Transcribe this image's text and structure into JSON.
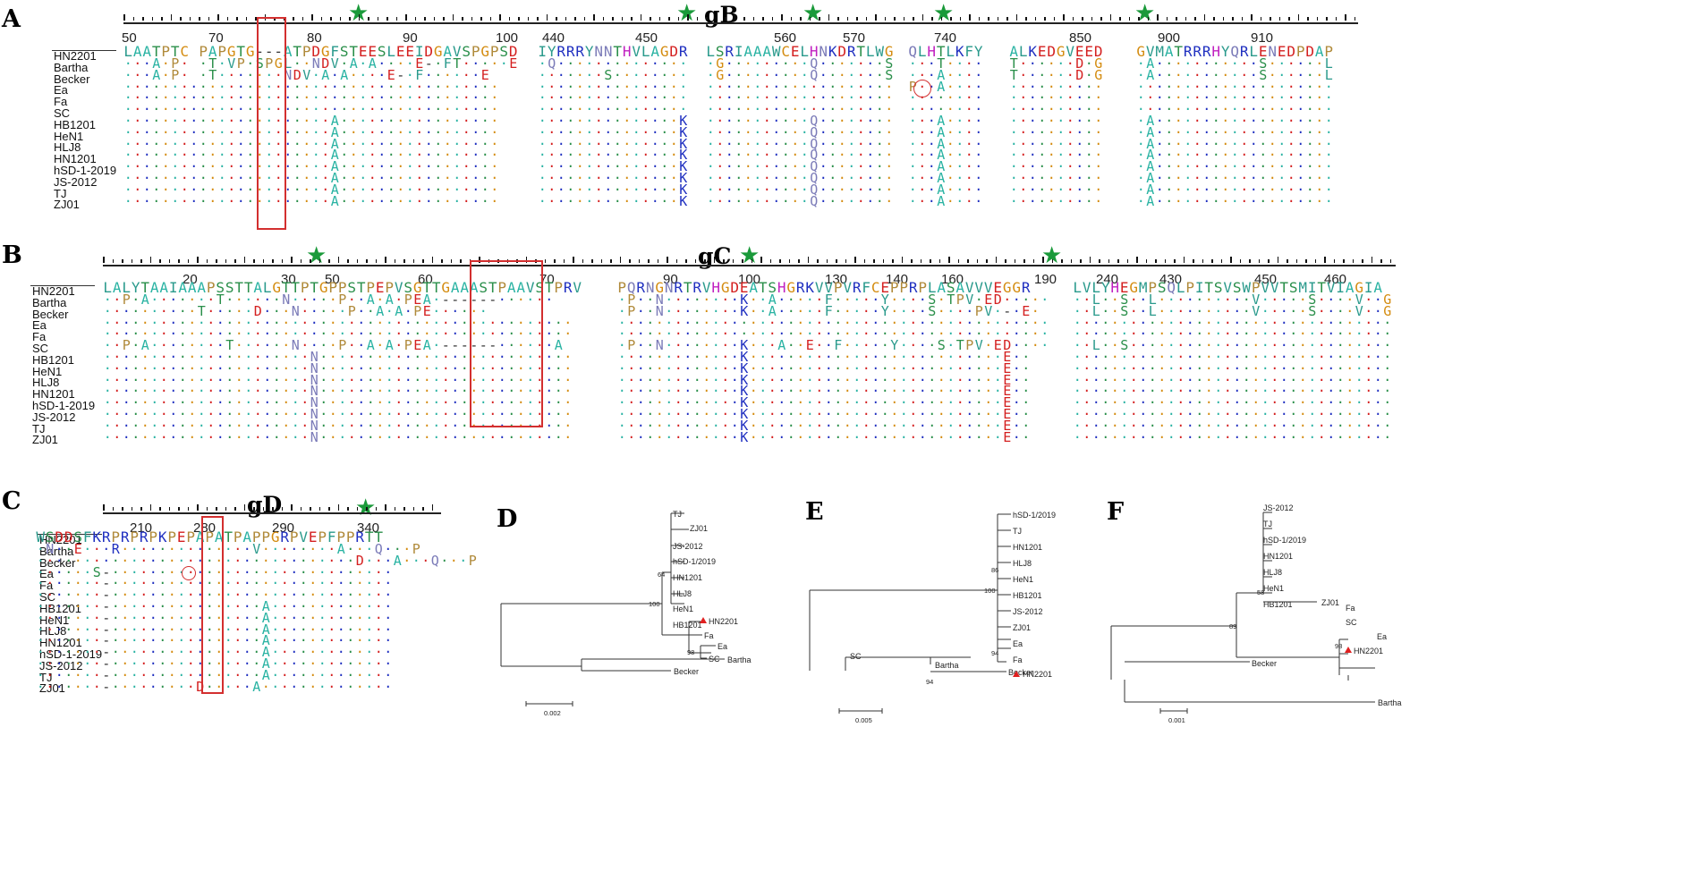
{
  "panels": {
    "A": {
      "letter": "A",
      "gene": "gB"
    },
    "B": {
      "letter": "B",
      "gene": "gC"
    },
    "C": {
      "letter": "C",
      "gene": "gD"
    },
    "D": {
      "letter": "D"
    },
    "E": {
      "letter": "E"
    },
    "F": {
      "letter": "F"
    }
  },
  "strains": [
    "HN2201",
    "Bartha",
    "Becker",
    "Ea",
    "Fa",
    "SC",
    "HB1201",
    "HeN1",
    "HLJ8",
    "HN1201",
    "hSD-1-2019",
    "JS-2012",
    "TJ",
    "ZJ01"
  ],
  "colors": {
    "star": "#1a9a3a",
    "highlight": "#d32f2f",
    "marker": "#e02020"
  },
  "alignment_A": {
    "positions": [
      "50",
      "70",
      "80",
      "90",
      "100",
      "440",
      "450",
      "560",
      "570",
      "740",
      "850",
      "900",
      "910"
    ],
    "segments": [
      {
        "ref": "LAATPTC PAPGTG---ATPDGFSTEESLEEIDGAVSPGPSD",
        "rows": [
          "...A.P. .T.VP.SPGL..NDV.A.A....E-.FT.....E",
          "...A.P. .T.......NDV.A.A....E-.F......E",
          "........................................",
          "........................................",
          "........................................",
          "......................A.................",
          "......................A.................",
          "......................A.................",
          "......................A.................",
          "......................A.................",
          "......................A.................",
          "......................A.................",
          "......................A................."
        ]
      },
      {
        "ref": "IYRRRYNNTHVLAGDR",
        "rows": [
          ".Q..............",
          ".......S........",
          "................",
          "................",
          "................",
          "...............K",
          "...............K",
          "...............K",
          "...............K",
          "...............K",
          "...............K",
          "...............K",
          "...............K"
        ]
      },
      {
        "ref": "LSRIAAAWCELHNKDRTLWG",
        "rows": [
          ".G.........Q.......S",
          ".G.........Q.......S",
          "....................",
          "....................",
          "....................",
          "...........Q........",
          "...........Q........",
          "...........Q........",
          "...........Q........",
          "...........Q........",
          "...........Q........",
          "...........Q........",
          "...........Q........"
        ]
      },
      {
        "ref": "QLHTLKFY",
        "rows": [
          "...T....",
          "...A....",
          "P..A....",
          "........",
          "........",
          "...A....",
          "...A....",
          "...A....",
          "...A....",
          "...A....",
          "...A....",
          "...A....",
          "...A...."
        ]
      },
      {
        "ref": "ALKEDGVEED",
        "rows": [
          "T......D.G",
          "T......D.G",
          "..........",
          "..........",
          "..........",
          "..........",
          "..........",
          "..........",
          "..........",
          "..........",
          "..........",
          "..........",
          ".........."
        ]
      },
      {
        "ref": "GVMATRRRHYQRLENEDPDAP",
        "rows": [
          ".A...........S......L",
          ".A...........S......L",
          ".....................",
          ".....................",
          ".....................",
          ".A...................",
          ".A...................",
          ".A...................",
          ".A...................",
          ".A...................",
          ".A...................",
          ".A...................",
          ".A..................."
        ]
      }
    ]
  },
  "alignment_B": {
    "positions": [
      "20",
      "30",
      "50",
      "60",
      "70",
      "90",
      "100",
      "130",
      "140",
      "160",
      "190",
      "240",
      "430",
      "450",
      "460"
    ],
    "segments": [
      {
        "ref": "LALYTAAIAAAPSSTTALGTTPTGPPSTPEPVSGTTGAAASTPAAVSTPRV",
        "rows": [
          "..P.A.......T......N.....P..A.A.PEA.------......",
          "..........T.....D...N.....P..A.A.PE......",
          "..................................................",
          "..................................................",
          "..P.A........T......N....P..A.A.PEA.------......A",
          "......................N...........................",
          "......................N...........................",
          "......................N...........................",
          "......................N...........................",
          "......................N...........................",
          "......................N...........................",
          "......................N...........................",
          "......................N..........................."
        ]
      },
      {
        "ref": "PQRNGNRTRVHGDEATSHGRKVVPVRFCEPPRPLASAVVVEGGR",
        "rows": [
          ".P..N........K..A.....F.....Y....S.TPV.ED.....",
          ".P..N........K..A.....F.....Y....S....PV.-.E.",
          "..............................................",
          "..............................................",
          ".P..N........K...A..E..F.....Y....S.TPV.ED....",
          ".............K...........................E..",
          ".............K...........................E..",
          ".............K...........................E..",
          ".............K...........................E..",
          ".............K...........................E..",
          ".............K...........................E..",
          ".............K...........................E..",
          ".............K...........................E.."
        ]
      },
      {
        "ref": "LVLYHEGMPSQLPITSVSWPVVTSMITVIAGIA",
        "rows": [
          "..L..S..L..........V.....S....V..G",
          "..L..S..L..........V.....S....V..G",
          "..................................",
          "..................................",
          "..L..S............................",
          "..................................",
          "..................................",
          "..................................",
          "..................................",
          "..................................",
          "..................................",
          "..................................",
          ".................................."
        ]
      }
    ]
  },
  "alignment_C": {
    "positions": [
      "210",
      "280",
      "290",
      "340"
    ],
    "segments": [
      {
        "ref": "WSDDSFKRPRPRPKPEPAPATPAPPGRPVEPFPPRTT",
        "rows": [
          ".N..E...R..............V........A...Q...P",
          "..................................D...A...Q...P",
          "......S-..............................",
          ".......-..............................",
          ".......-..............................",
          ".......-................A.............",
          ".......-................A.............",
          ".......-................A.............",
          ".......-................A.............",
          ".......-................A.............",
          ".......-................A.............",
          ".......-................A.............",
          ".......-.........D.....A.............."
        ]
      }
    ]
  },
  "tree_D": {
    "leaves": [
      "TJ",
      "ZJ01",
      "JS-2012",
      "hSD-1/2019",
      "HN1201",
      "HLJ8",
      "HeN1",
      "HB1201",
      "HN2201",
      "Fa",
      "Ea",
      "SC",
      "Bartha",
      "Becker"
    ],
    "bootstrap": [
      "64",
      "100",
      "98"
    ],
    "scale": "0.002"
  },
  "tree_E": {
    "leaves": [
      "hSD-1/2019",
      "TJ",
      "HN1201",
      "HLJ8",
      "HeN1",
      "HB1201",
      "JS-2012",
      "ZJ01",
      "Ea",
      "Fa",
      "HN2201",
      "SC",
      "Bartha",
      "Becker"
    ],
    "bootstrap": [
      "86",
      "100",
      "94",
      "94"
    ],
    "scale": "0.005"
  },
  "tree_F": {
    "leaves": [
      "JS-2012",
      "TJ",
      "hSD-1/2019",
      "HN1201",
      "HLJ8",
      "HeN1",
      "HB1201",
      "ZJ01",
      "Fa",
      "SC",
      "Ea",
      "HN2201",
      "Becker",
      "Bartha"
    ],
    "bootstrap": [
      "58",
      "89",
      "98"
    ],
    "scale": "0.001"
  }
}
